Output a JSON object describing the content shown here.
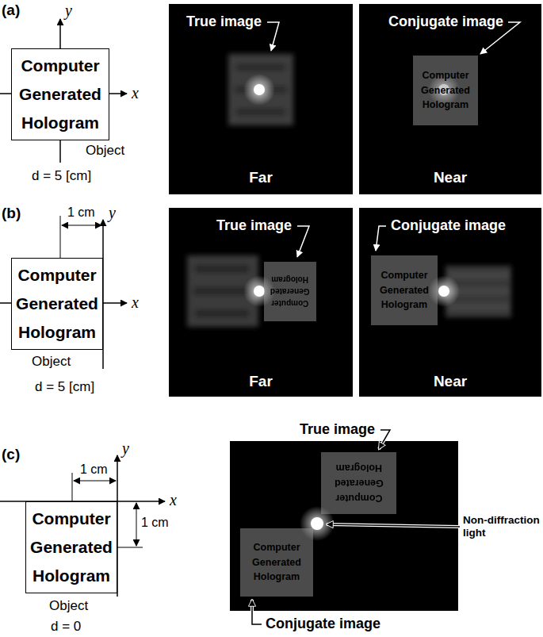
{
  "diagram": {
    "nodes": [
      {
        "text": [
          "Computer Generated Hologram"
        ]
      },
      {
        "text": [
          "True image",
          "Far"
        ]
      },
      {
        "text": [
          "Conjugate image",
          "Near"
        ]
      },
      {
        "text": [
          "Computer Generated Hologram"
        ],
        "in": 2
      },
      {
        "text": [
          "Computer Generated Hologram"
        ]
      },
      {
        "text": [
          "True image",
          "Far"
        ]
      },
      {
        "text": [
          "Computer Generated Hologram"
        ],
        "in": 5
      },
      {
        "text": [
          "Conjugate image",
          "Near"
        ]
      },
      {
        "text": [
          "Computer Generated Hologram"
        ],
        "in": 7
      },
      {
        "text": [
          "Computer Generated Hologram"
        ]
      },
      {
        "text": [
          "True image",
          "Non-diffraction light",
          "Conjugate image"
        ]
      },
      {
        "text": [
          "Computer Generated Hologram"
        ],
        "in": 10
      },
      {
        "text": [
          "Computer Generated Hologram"
        ],
        "in": 10
      }
    ],
    "labels": [
      "(a)",
      "y",
      "x",
      "Object",
      "d = 5 [cm]",
      "(b)",
      "1 cm",
      "y",
      "x",
      "Object",
      "d = 5 [cm]",
      "(c)",
      "y",
      "1 cm",
      "x",
      "1 cm",
      "Object",
      "d = 0"
    ]
  }
}
